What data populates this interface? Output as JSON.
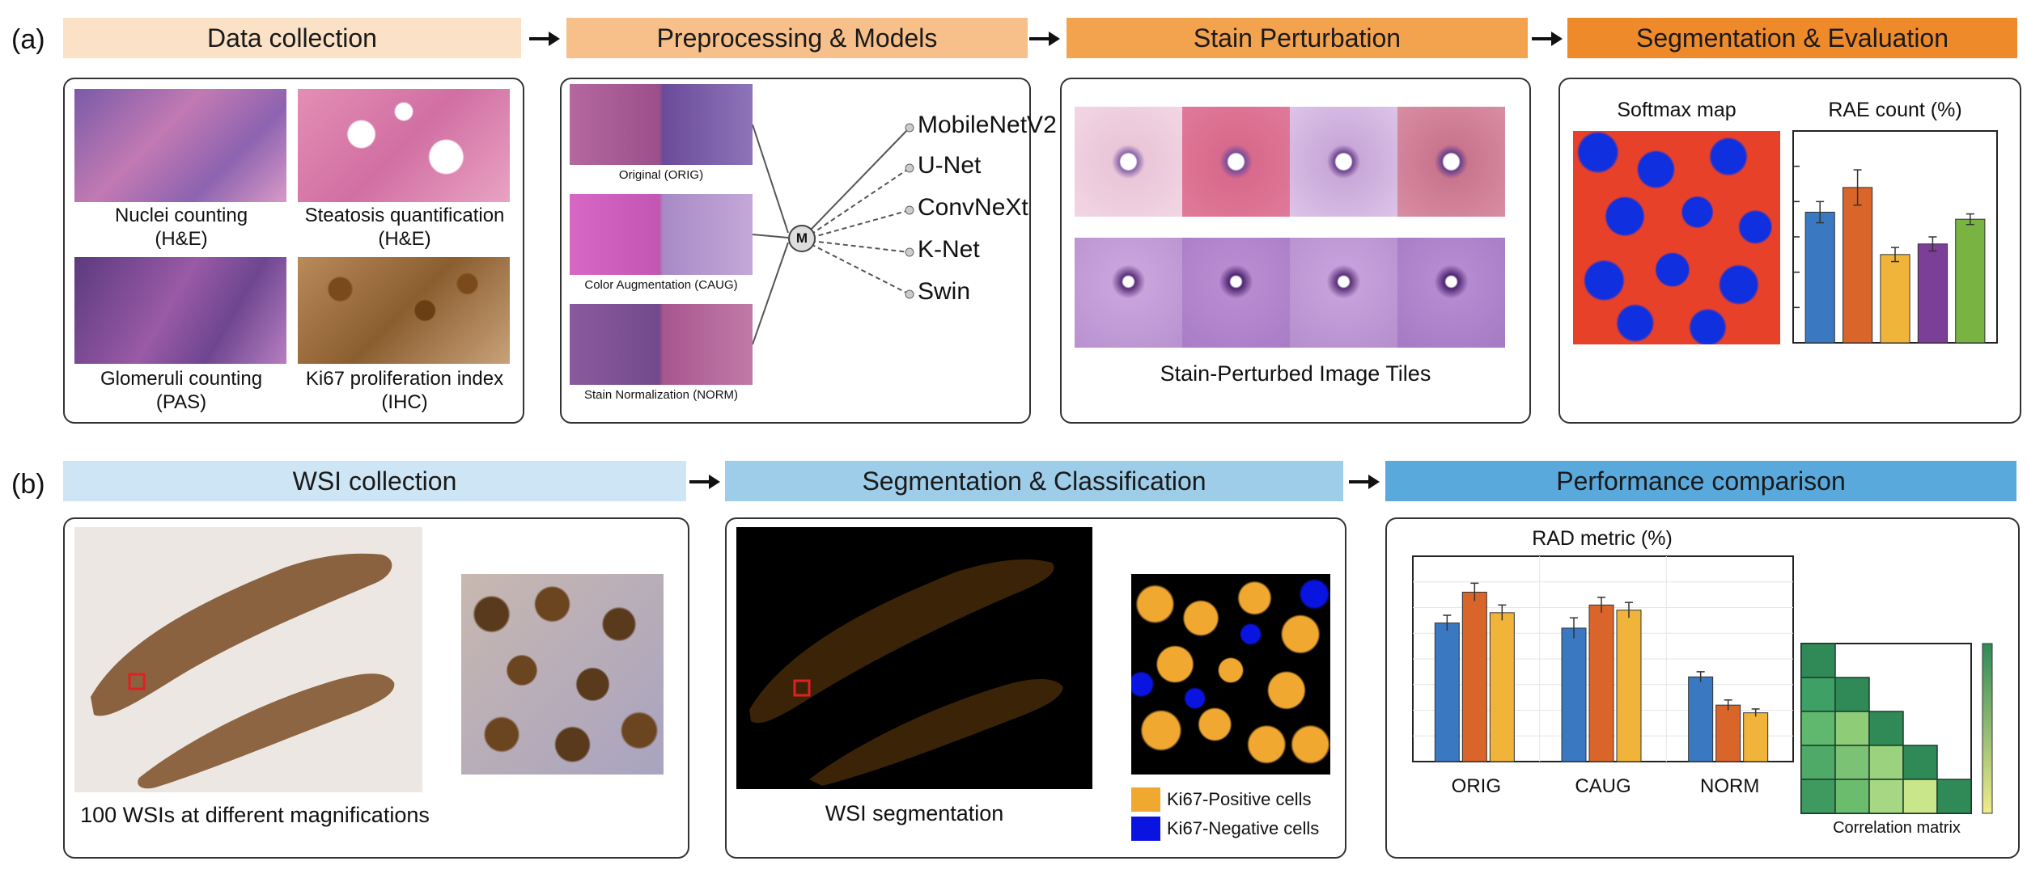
{
  "panel_labels": {
    "a": "(a)",
    "b": "(b)"
  },
  "row_a": {
    "headers": [
      "Data collection",
      "Preprocessing & Models",
      "Stain Perturbation",
      "Segmentation & Evaluation"
    ],
    "data_collection": {
      "nuclei": {
        "title": "Nuclei counting",
        "stain": "(H&E)"
      },
      "steatosis": {
        "title": "Steatosis quantification",
        "stain": "(H&E)"
      },
      "glomeruli": {
        "title": "Glomeruli counting",
        "stain": "(PAS)"
      },
      "ki67": {
        "title": "Ki67 proliferation index",
        "stain": "(IHC)"
      }
    },
    "preprocessing": {
      "orig": "Original (ORIG)",
      "caug": "Color Augmentation (CAUG)",
      "norm": "Stain Normalization (NORM)",
      "hub": "M",
      "models": [
        "MobileNetV2",
        "U-Net",
        "ConvNeXt",
        "K-Net",
        "Swin"
      ]
    },
    "stain_perturbation": {
      "caption": "Stain-Perturbed Image Tiles"
    },
    "segmentation_evaluation": {
      "softmax_title": "Softmax map",
      "rae_chart": {
        "title": "RAE count (%)",
        "type": "bar",
        "values": [
          3.7,
          4.4,
          2.5,
          2.8,
          3.5
        ],
        "errors": [
          0.3,
          0.5,
          0.2,
          0.2,
          0.15
        ],
        "colors": [
          "#3a78c2",
          "#d9652a",
          "#f0b43a",
          "#7b3f98",
          "#79b443"
        ],
        "ylim": [
          0,
          6
        ]
      }
    }
  },
  "row_b": {
    "headers": [
      "WSI collection",
      "Segmentation & Classification",
      "Performance comparison"
    ],
    "wsi": {
      "caption": "100 WSIs at different magnifications"
    },
    "segmentation": {
      "caption": "WSI segmentation",
      "legend": [
        {
          "label": "Ki67-Positive cells",
          "color": "#f0a830"
        },
        {
          "label": "Ki67-Negative cells",
          "color": "#0a14e0"
        }
      ]
    },
    "performance": {
      "rad_chart": {
        "title": "RAD metric (%)",
        "type": "bar",
        "categories": [
          "ORIG",
          "CAUG",
          "NORM"
        ],
        "series": [
          {
            "values": [
              5.4,
              5.2,
              3.3
            ],
            "errors": [
              0.3,
              0.4,
              0.2
            ],
            "color": "#3a78c2"
          },
          {
            "values": [
              6.6,
              6.1,
              2.2
            ],
            "errors": [
              0.35,
              0.3,
              0.2
            ],
            "color": "#d9652a"
          },
          {
            "values": [
              5.8,
              5.9,
              1.9
            ],
            "errors": [
              0.3,
              0.3,
              0.15
            ],
            "color": "#f0b43a"
          }
        ],
        "ylim": [
          0,
          8
        ]
      },
      "matrix_caption": "Correlation matrix"
    }
  }
}
